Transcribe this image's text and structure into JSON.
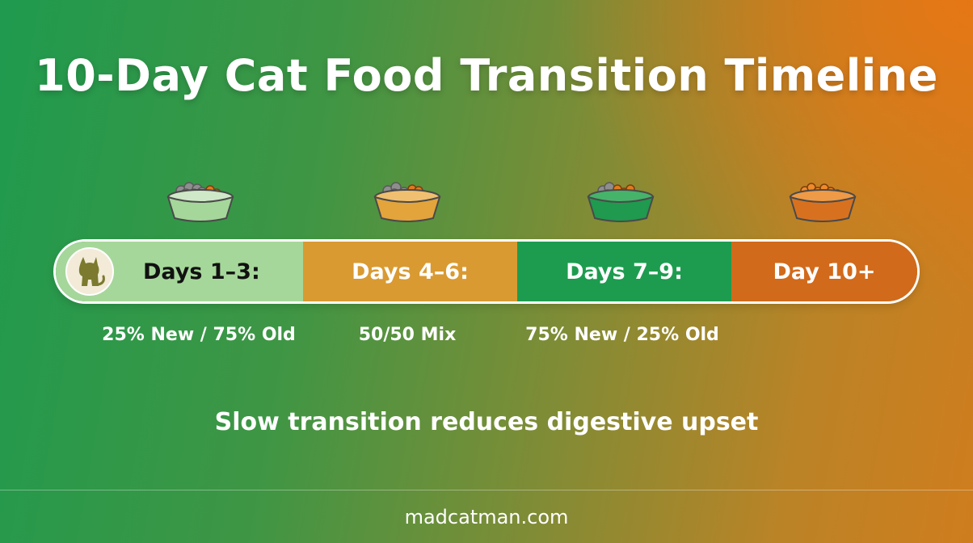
{
  "title": "10-Day Cat Food Transition Timeline",
  "stages": [
    {
      "label": "Days 1–3:",
      "ratio": "25% New / 75% Old",
      "color": "#a5d79a",
      "bowl_color": "#a5d79a"
    },
    {
      "label": "Days 4–6:",
      "ratio": "50/50 Mix",
      "color": "#d99a32",
      "bowl_color": "#e3a43b"
    },
    {
      "label": "Days 7–9:",
      "ratio": "75% New / 25% Old",
      "color": "#1d9c4f",
      "bowl_color": "#1f9a4e"
    },
    {
      "label": "Day 10+",
      "ratio": "",
      "color": "#d26a1b",
      "bowl_color": "#d8711f"
    }
  ],
  "tagline": "Slow transition reduces digestive upset",
  "footer": "madcatman.com",
  "icons": [
    "cat-icon",
    "food-bowl-icon"
  ]
}
